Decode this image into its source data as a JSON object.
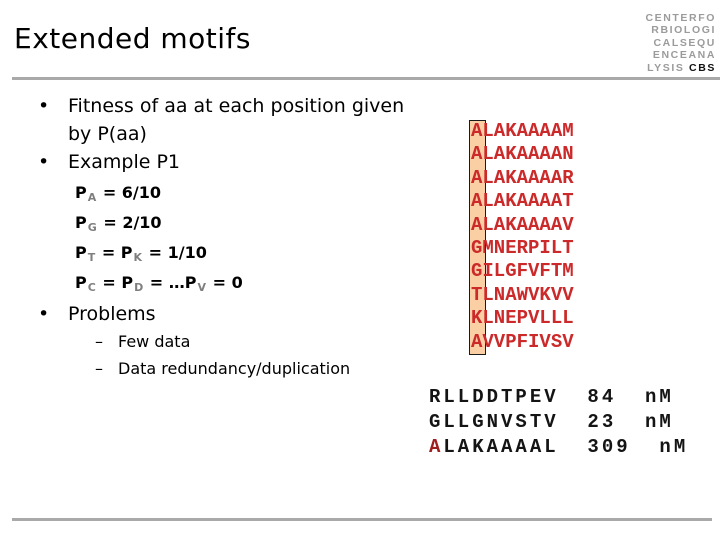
{
  "slide": {
    "title": "Extended motifs",
    "logo": {
      "lines": [
        "CENTERFO",
        "RBIOLOGI",
        "CALSEQU",
        "ENCEANA",
        "LYSIS"
      ],
      "brand": "CBS"
    },
    "markers": {
      "bullet": "•",
      "dash": "–"
    },
    "bullets": {
      "item1": "Fitness of aa at each position given by P(aa)",
      "item2": "Example P1",
      "item3": "Problems"
    },
    "formulas": [
      "P_A = 6/10",
      "P_G = 2/10",
      "P_T = P_K = 1/10",
      "P_C = P_D = …P_V = 0"
    ],
    "problems_sub": [
      "Few data",
      "Data redundancy/duplication"
    ],
    "sequences": [
      "ALAKAAAAM",
      "ALAKAAAAN",
      "ALAKAAAAR",
      "ALAKAAAAT",
      "ALAKAAAAV",
      "GMNERPILT",
      "GILGFVFTM",
      "TLNAWVKVV",
      "KLNEPVLLL",
      "AVVPFIVSV"
    ],
    "binding_table": [
      {
        "sequence": "RLLDDTPEV",
        "value": "84",
        "unit": "nM",
        "first_highlight": false
      },
      {
        "sequence": "GLLGNVSTV",
        "value": "23",
        "unit": "nM",
        "first_highlight": false
      },
      {
        "sequence": "ALAKAAAAL",
        "value": "309",
        "unit": "nM",
        "first_highlight": true
      }
    ],
    "colors": {
      "sequence_red": "#cc2a2a",
      "first_letter_dark_red": "#9e1f1f",
      "highlight_fill": "#facfa4",
      "divider_gray": "#a9a9a9",
      "logo_gray": "#9b9b9b",
      "brand_black": "#111111",
      "subscript_gray": "#7f7f7f"
    }
  }
}
